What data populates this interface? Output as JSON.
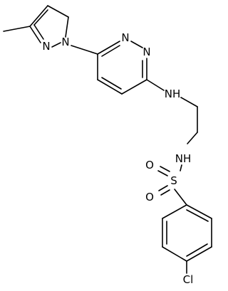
{
  "atoms": {
    "n_pyrazole_2": "N",
    "n_pyrazole_1": "N",
    "n_pyridazine_1": "N",
    "n_pyridazine_2": "N",
    "n_amine": "NH",
    "n_sulfonamide": "NH",
    "o_upper": "O",
    "o_lower": "O",
    "s_sulfonyl": "S",
    "cl": "Cl"
  },
  "colors": {
    "bond": "#000000",
    "text": "#000000",
    "background": "#ffffff"
  }
}
